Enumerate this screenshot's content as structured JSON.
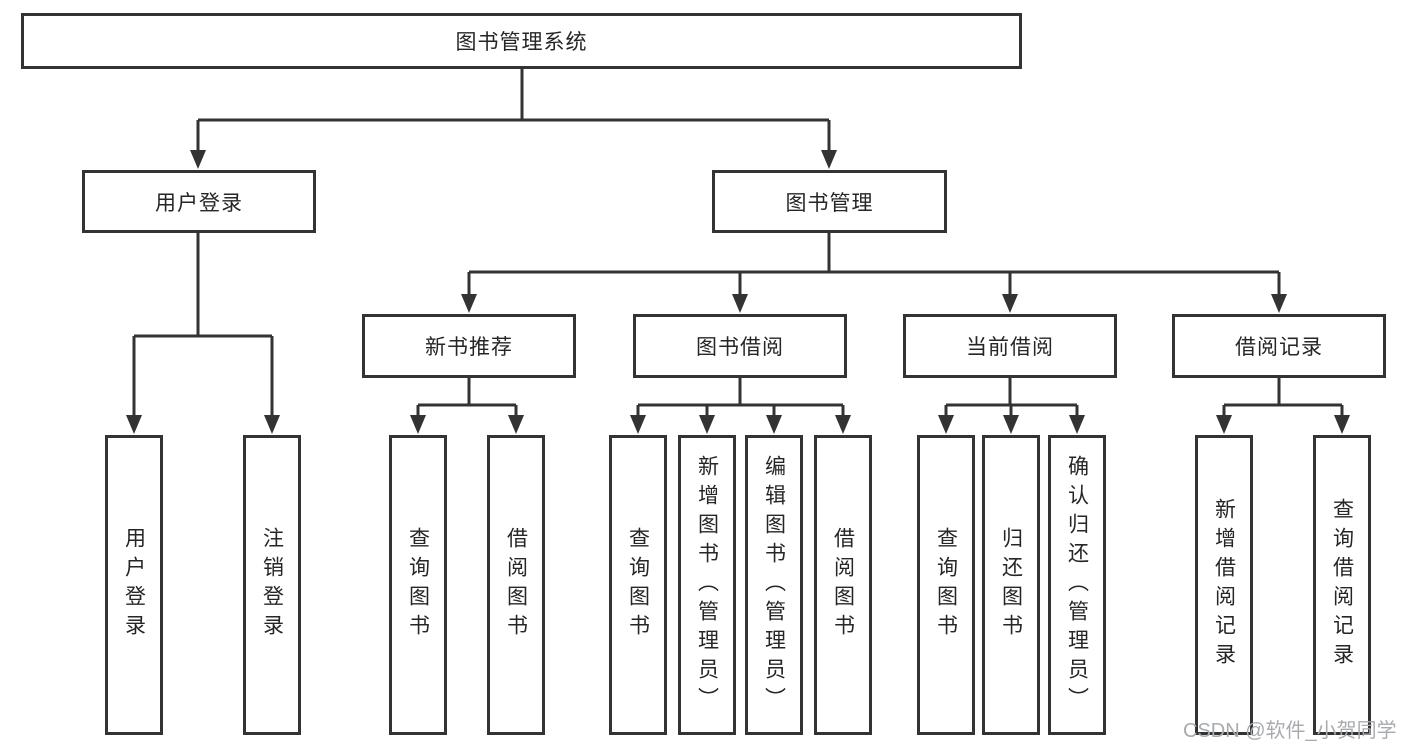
{
  "tree": {
    "root": {
      "label": "图书管理系统",
      "children": [
        {
          "label": "用户登录",
          "children": [
            {
              "label": "用户登录"
            },
            {
              "label": "注销登录"
            }
          ]
        },
        {
          "label": "图书管理",
          "children": [
            {
              "label": "新书推荐",
              "children": [
                {
                  "label": "查询图书"
                },
                {
                  "label": "借阅图书"
                }
              ]
            },
            {
              "label": "图书借阅",
              "children": [
                {
                  "label": "查询图书"
                },
                {
                  "label": "新增图书（管理员）"
                },
                {
                  "label": "编辑图书（管理员）"
                },
                {
                  "label": "借阅图书"
                }
              ]
            },
            {
              "label": "当前借阅",
              "children": [
                {
                  "label": "查询图书"
                },
                {
                  "label": "归还图书"
                },
                {
                  "label": "确认归还（管理员）"
                }
              ]
            },
            {
              "label": "借阅记录",
              "children": [
                {
                  "label": "新增借阅记录"
                },
                {
                  "label": "查询借阅记录"
                }
              ]
            }
          ]
        }
      ]
    }
  },
  "watermark": {
    "text": "CSDN @软件_小贺同学"
  },
  "colors": {
    "line": "#333333",
    "box_border": "#333333",
    "text": "#262626",
    "watermark": "#a8abaf",
    "background": "#ffffff"
  }
}
